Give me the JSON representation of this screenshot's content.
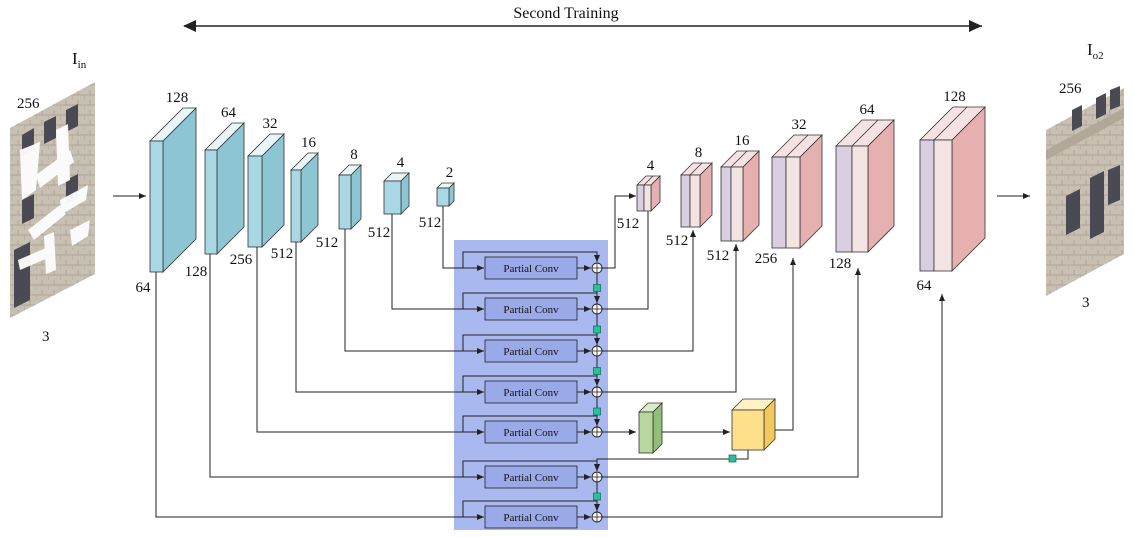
{
  "title": "Second Training",
  "input": {
    "label_main": "I",
    "label_sub": "in",
    "size": "256",
    "channels": "3"
  },
  "output": {
    "label_main": "I",
    "label_sub": "o2",
    "size": "256",
    "channels": "3"
  },
  "encoder_labels": {
    "top": [
      "128",
      "64",
      "32",
      "16",
      "8",
      "4",
      "2"
    ],
    "side": [
      "64",
      "128",
      "256",
      "512",
      "512",
      "512",
      "512"
    ]
  },
  "decoder_labels": {
    "top": [
      "4",
      "8",
      "16",
      "32",
      "64",
      "128"
    ],
    "side": [
      "512",
      "512",
      "512",
      "256",
      "128",
      "64"
    ]
  },
  "partial_conv_label": "Partial Conv",
  "colors": {
    "encoder_front": "#a9d8e4",
    "encoder_side": "#8ec5d3",
    "encoder_top": "#e8f6fa",
    "decoder_purple": "#d9cfe0",
    "decoder_pink": "#e6b0b0",
    "decoder_top": "#f6e2e2",
    "panel": "#a9b8ef",
    "conv_box": "#9aaae8",
    "green_block": "#b7d6a0",
    "yellow_block": "#ffe08a",
    "connector": "#2bbf9a"
  }
}
